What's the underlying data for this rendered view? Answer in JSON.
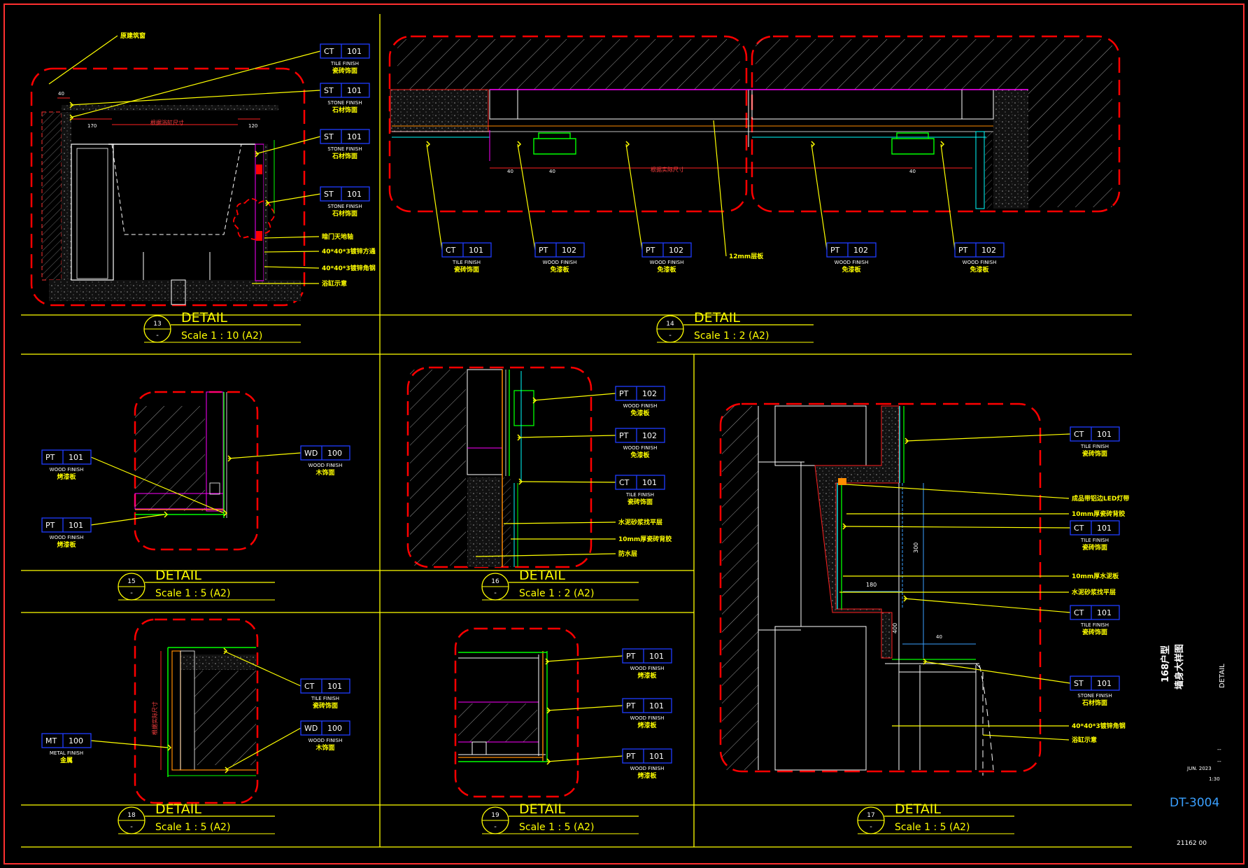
{
  "colors": {
    "background": "#000000",
    "frame": "#ffff00",
    "cloud": "#ff0000",
    "tag_box": "#1e3cff",
    "white": "#ffffff",
    "cyan": "#00ffff",
    "green": "#00ff00",
    "magenta": "#ff00ff",
    "blue": "#3aa0ff",
    "orange": "#ff8c00"
  },
  "details": [
    {
      "no": "13",
      "scale": "Scale 1 : 10 (A2)"
    },
    {
      "no": "14",
      "scale": "Scale 1 : 2 (A2)"
    },
    {
      "no": "15",
      "scale": "Scale 1 : 5 (A2)"
    },
    {
      "no": "16",
      "scale": "Scale 1 : 2 (A2)"
    },
    {
      "no": "18",
      "scale": "Scale 1 : 5 (A2)"
    },
    {
      "no": "19",
      "scale": "Scale 1 : 5 (A2)"
    },
    {
      "no": "17",
      "scale": "Scale 1 : 5 (A2)"
    }
  ],
  "detail_word": "DETAIL",
  "detail_sub": "-",
  "tags": [
    {
      "code": "CT",
      "num": "101",
      "en": "TILE FINISH",
      "cn": "瓷砖饰面"
    },
    {
      "code": "ST",
      "num": "101",
      "en": "STONE FINISH",
      "cn": "石材饰面"
    },
    {
      "code": "ST",
      "num": "101",
      "en": "STONE FINISH",
      "cn": "石材饰面"
    },
    {
      "code": "ST",
      "num": "101",
      "en": "STONE FINISH",
      "cn": "石材饰面"
    },
    {
      "code": "CT",
      "num": "101",
      "en": "TILE FINISH",
      "cn": "瓷砖饰面"
    },
    {
      "code": "PT",
      "num": "102",
      "en": "WOOD FINISH",
      "cn": "免漆板"
    },
    {
      "code": "PT",
      "num": "102",
      "en": "WOOD FINISH",
      "cn": "免漆板"
    },
    {
      "code": "PT",
      "num": "102",
      "en": "WOOD FINISH",
      "cn": "免漆板"
    },
    {
      "code": "PT",
      "num": "102",
      "en": "WOOD FINISH",
      "cn": "免漆板"
    },
    {
      "code": "PT",
      "num": "101",
      "en": "WOOD FINISH",
      "cn": "烤漆板"
    },
    {
      "code": "PT",
      "num": "101",
      "en": "WOOD FINISH",
      "cn": "烤漆板"
    },
    {
      "code": "WD",
      "num": "100",
      "en": "WOOD FINISH",
      "cn": "木饰面"
    },
    {
      "code": "PT",
      "num": "102",
      "en": "WOOD FINISH",
      "cn": "免漆板"
    },
    {
      "code": "PT",
      "num": "102",
      "en": "WOOD FINISH",
      "cn": "免漆板"
    },
    {
      "code": "CT",
      "num": "101",
      "en": "TILE FINISH",
      "cn": "瓷砖饰面"
    },
    {
      "code": "CT",
      "num": "101",
      "en": "TILE FINISH",
      "cn": "瓷砖饰面"
    },
    {
      "code": "CT",
      "num": "101",
      "en": "TILE FINISH",
      "cn": "瓷砖饰面"
    },
    {
      "code": "CT",
      "num": "101",
      "en": "TILE FINISH",
      "cn": "瓷砖饰面"
    },
    {
      "code": "ST",
      "num": "101",
      "en": "STONE FINISH",
      "cn": "石材饰面"
    },
    {
      "code": "MT",
      "num": "100",
      "en": "METAL FINISH",
      "cn": "金属"
    },
    {
      "code": "CT",
      "num": "101",
      "en": "TILE FINISH",
      "cn": "瓷砖饰面"
    },
    {
      "code": "WD",
      "num": "100",
      "en": "WOOD FINISH",
      "cn": "木饰面"
    },
    {
      "code": "PT",
      "num": "101",
      "en": "WOOD FINISH",
      "cn": "烤漆板"
    },
    {
      "code": "PT",
      "num": "101",
      "en": "WOOD FINISH",
      "cn": "烤漆板"
    },
    {
      "code": "PT",
      "num": "101",
      "en": "WOOD FINISH",
      "cn": "烤漆板"
    }
  ],
  "notes": [
    "原建筑窗",
    "暗门天地轴",
    "40*40*3镀锌方通",
    "40*40*3镀锌角钢",
    "浴缸示意",
    "12mm层板",
    "水泥砂浆找平层",
    "10mm厚瓷砖背胶",
    "防水层",
    "成品带铝边LED灯带",
    "10mm厚瓷砖背胶",
    "10mm厚水泥板",
    "水泥砂浆找平层",
    "40*40*3镀锌角钢",
    "浴缸示意"
  ],
  "dims": {
    "d13_a": "40",
    "d13_b": "170",
    "d13_c": "120",
    "d13_span": "根据浴缸尺寸",
    "d14_a": "40",
    "d14_b": "40",
    "d14_c": "40",
    "d14_span": "根据实际尺寸",
    "d17_a": "300",
    "d17_b": "180",
    "d17_c": "400",
    "d17_d": "40",
    "d18_span": "根据实际尺寸"
  },
  "title_block": {
    "project_line1": "168户型",
    "project_line2": "墙身大样图",
    "sheet_type": "DETAIL",
    "dash": "--",
    "date": "JUN. 2023",
    "scale": "1:30",
    "drawing_no": "DT-3004",
    "job_no": "21162 00"
  }
}
